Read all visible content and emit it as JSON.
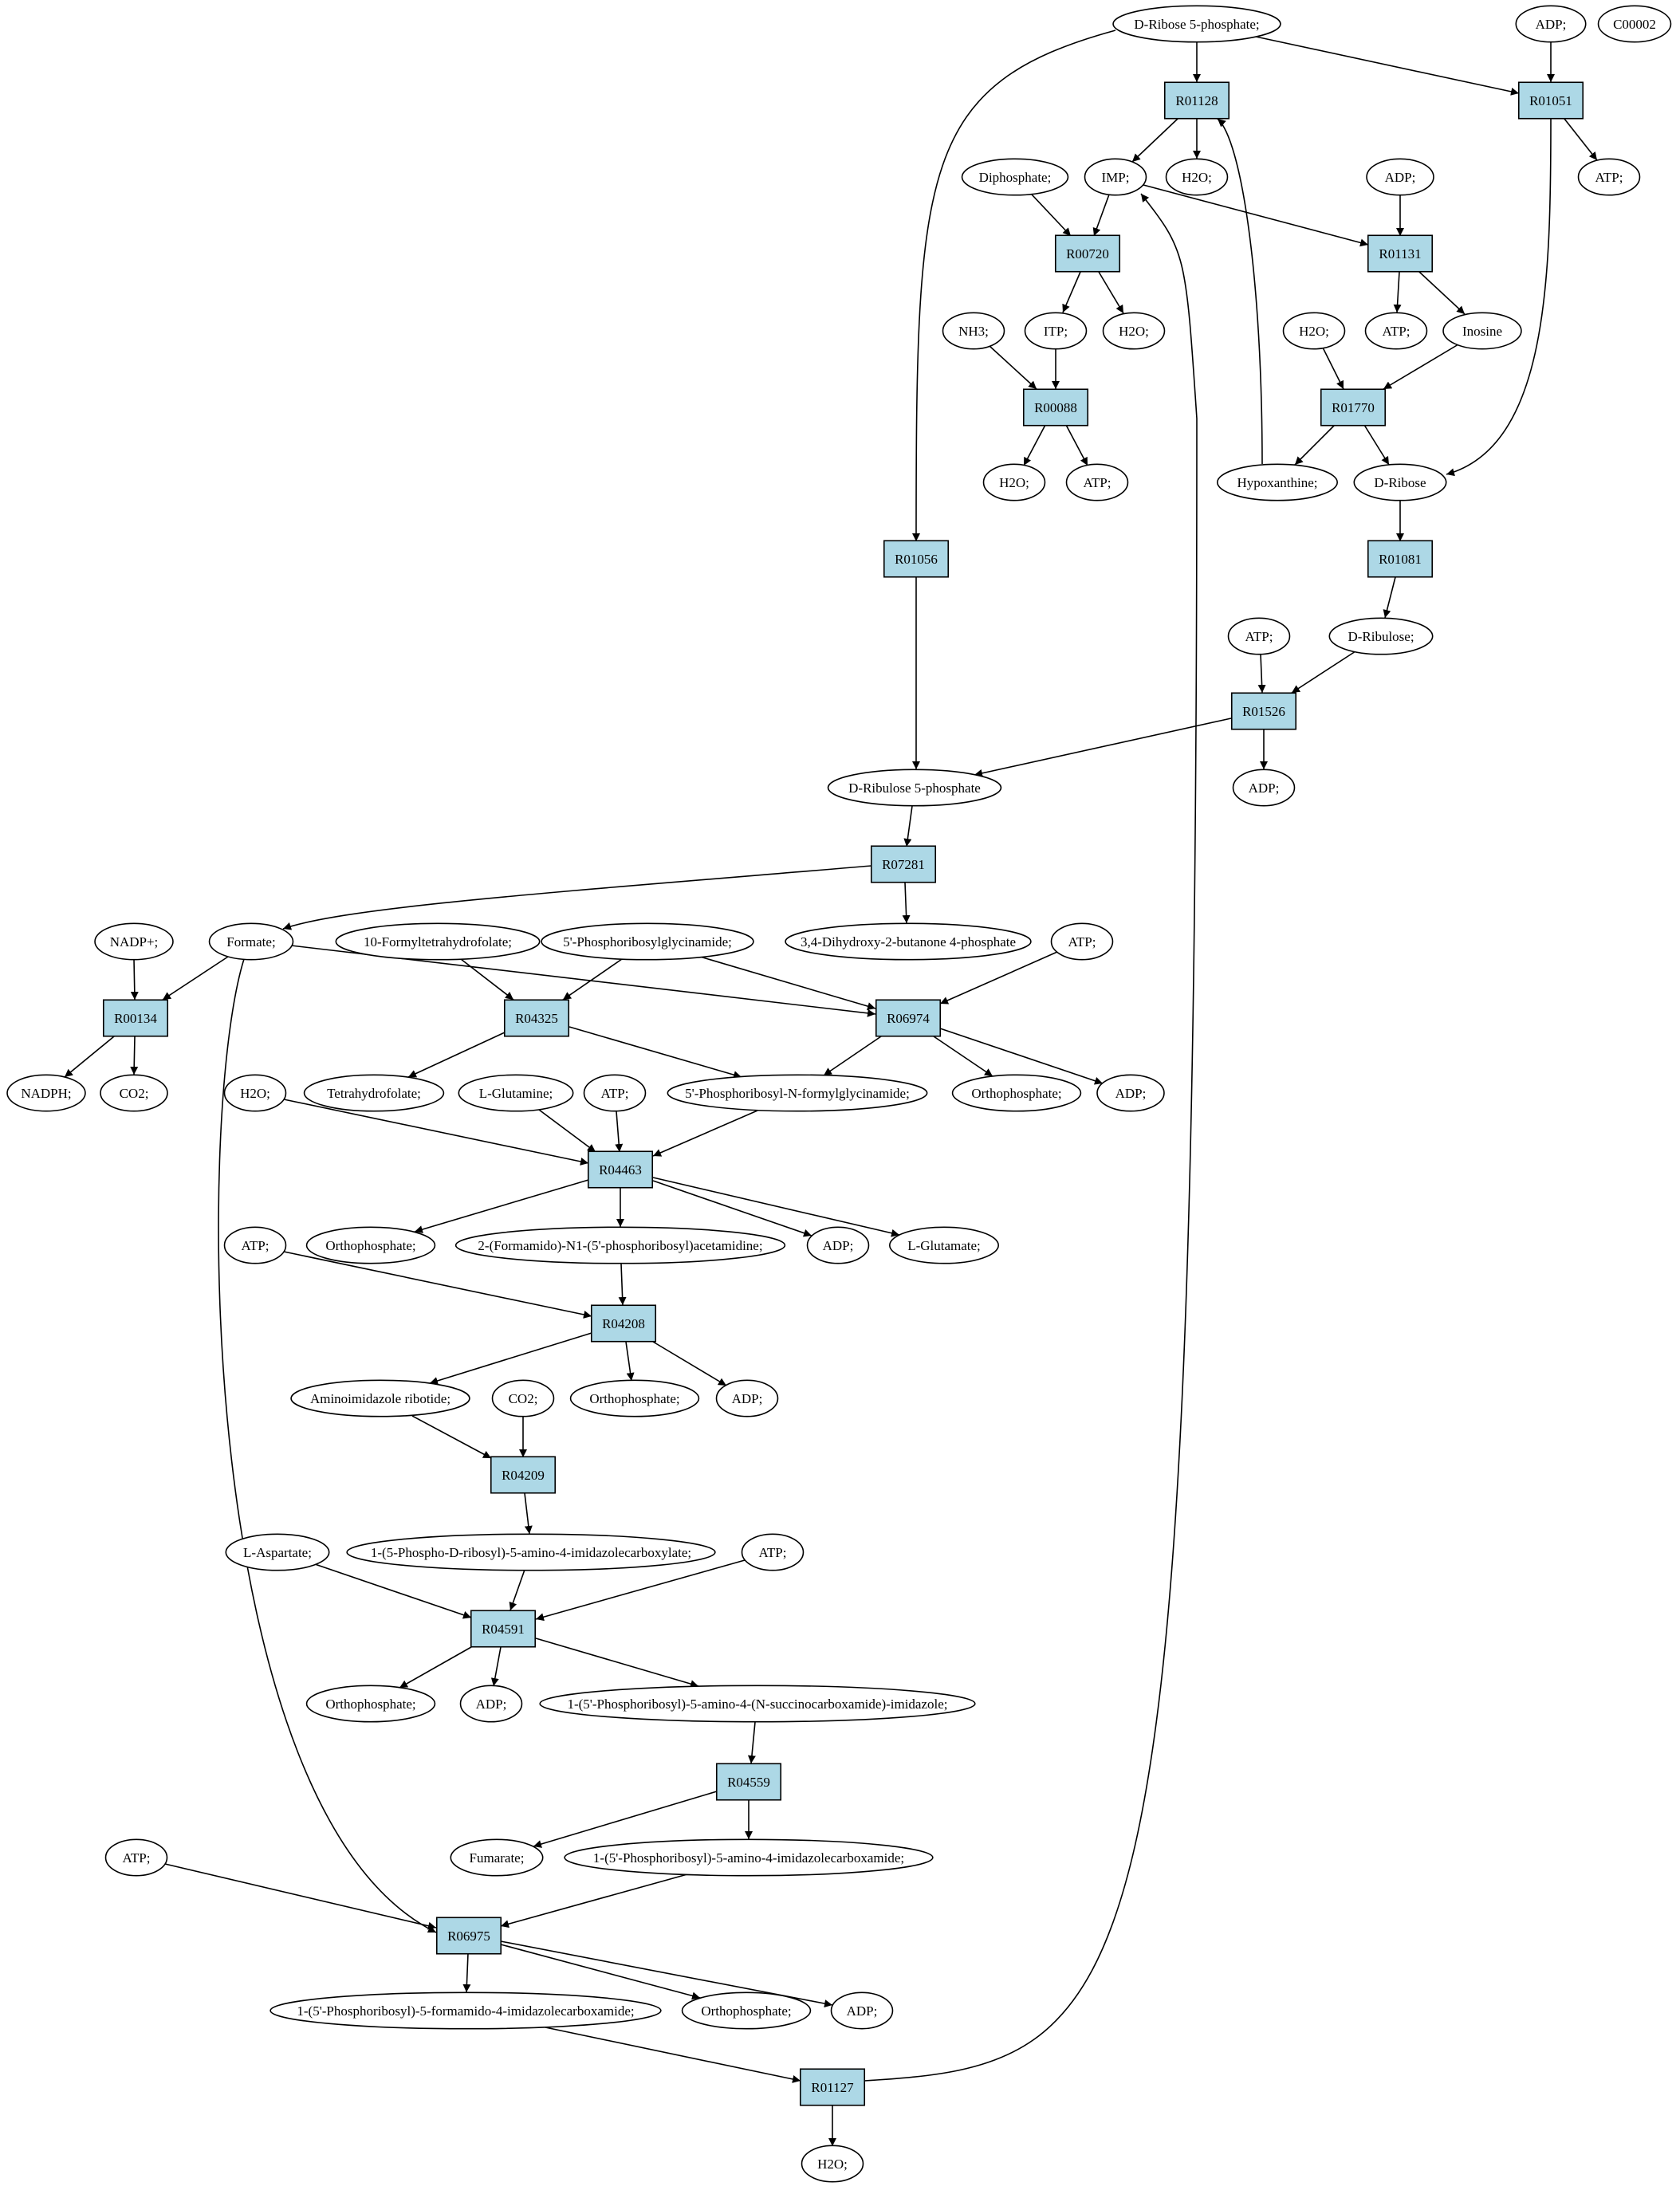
{
  "colors": {
    "reaction_fill": "#add8e6",
    "compound_fill": "#ffffff",
    "start_fill": "#00ee00",
    "highlight_fill": "#ffff00",
    "stroke": "#000000"
  },
  "reactions": [
    "R01128",
    "R01051",
    "R00720",
    "R01131",
    "R00088",
    "R01770",
    "R01056",
    "R01081",
    "R01526",
    "R07281",
    "R00134",
    "R04325",
    "R06974",
    "R04463",
    "R04208",
    "R04209",
    "R04591",
    "R04559",
    "R06975",
    "R01127"
  ],
  "compounds": {
    "ribose5p": "D-Ribose 5-phosphate;",
    "c00002": "C00002",
    "adp": "ADP;",
    "atp": "ATP;",
    "h2o": "H2O;",
    "imp": "IMP;",
    "diphosphate": "Diphosphate;",
    "nh3": "NH3;",
    "itp": "ITP;",
    "inosine": "Inosine",
    "hypoxanthine": "Hypoxanthine;",
    "dribose": "D-Ribose",
    "dribulose": "D-Ribulose;",
    "ribulose5p": "D-Ribulose 5-phosphate",
    "nadp": "NADP+;",
    "formate": "Formate;",
    "formylthf": "10-Formyltetrahydrofolate;",
    "prga": "5'-Phosphoribosylglycinamide;",
    "dhbp": "3,4-Dihydroxy-2-butanone 4-phosphate",
    "nadph": "NADPH;",
    "co2": "CO2;",
    "thf": "Tetrahydrofolate;",
    "lglutamine": "L-Glutamine;",
    "fgar": "5'-Phosphoribosyl-N-formylglycinamide;",
    "orthophosphate": "Orthophosphate;",
    "fgam": "2-(Formamido)-N1-(5'-phosphoribosyl)acetamidine;",
    "lglutamate": "L-Glutamate;",
    "air": "Aminoimidazole ribotide;",
    "cair": "1-(5-Phospho-D-ribosyl)-5-amino-4-imidazolecarboxylate;",
    "laspartate": "L-Aspartate;",
    "saicar": "1-(5'-Phosphoribosyl)-5-amino-4-(N-succinocarboxamide)-imidazole;",
    "fumarate": "Fumarate;",
    "aicar": "1-(5'-Phosphoribosyl)-5-amino-4-imidazolecarboxamide;",
    "faicar": "1-(5'-Phosphoribosyl)-5-formamido-4-imidazolecarboxamide;"
  }
}
